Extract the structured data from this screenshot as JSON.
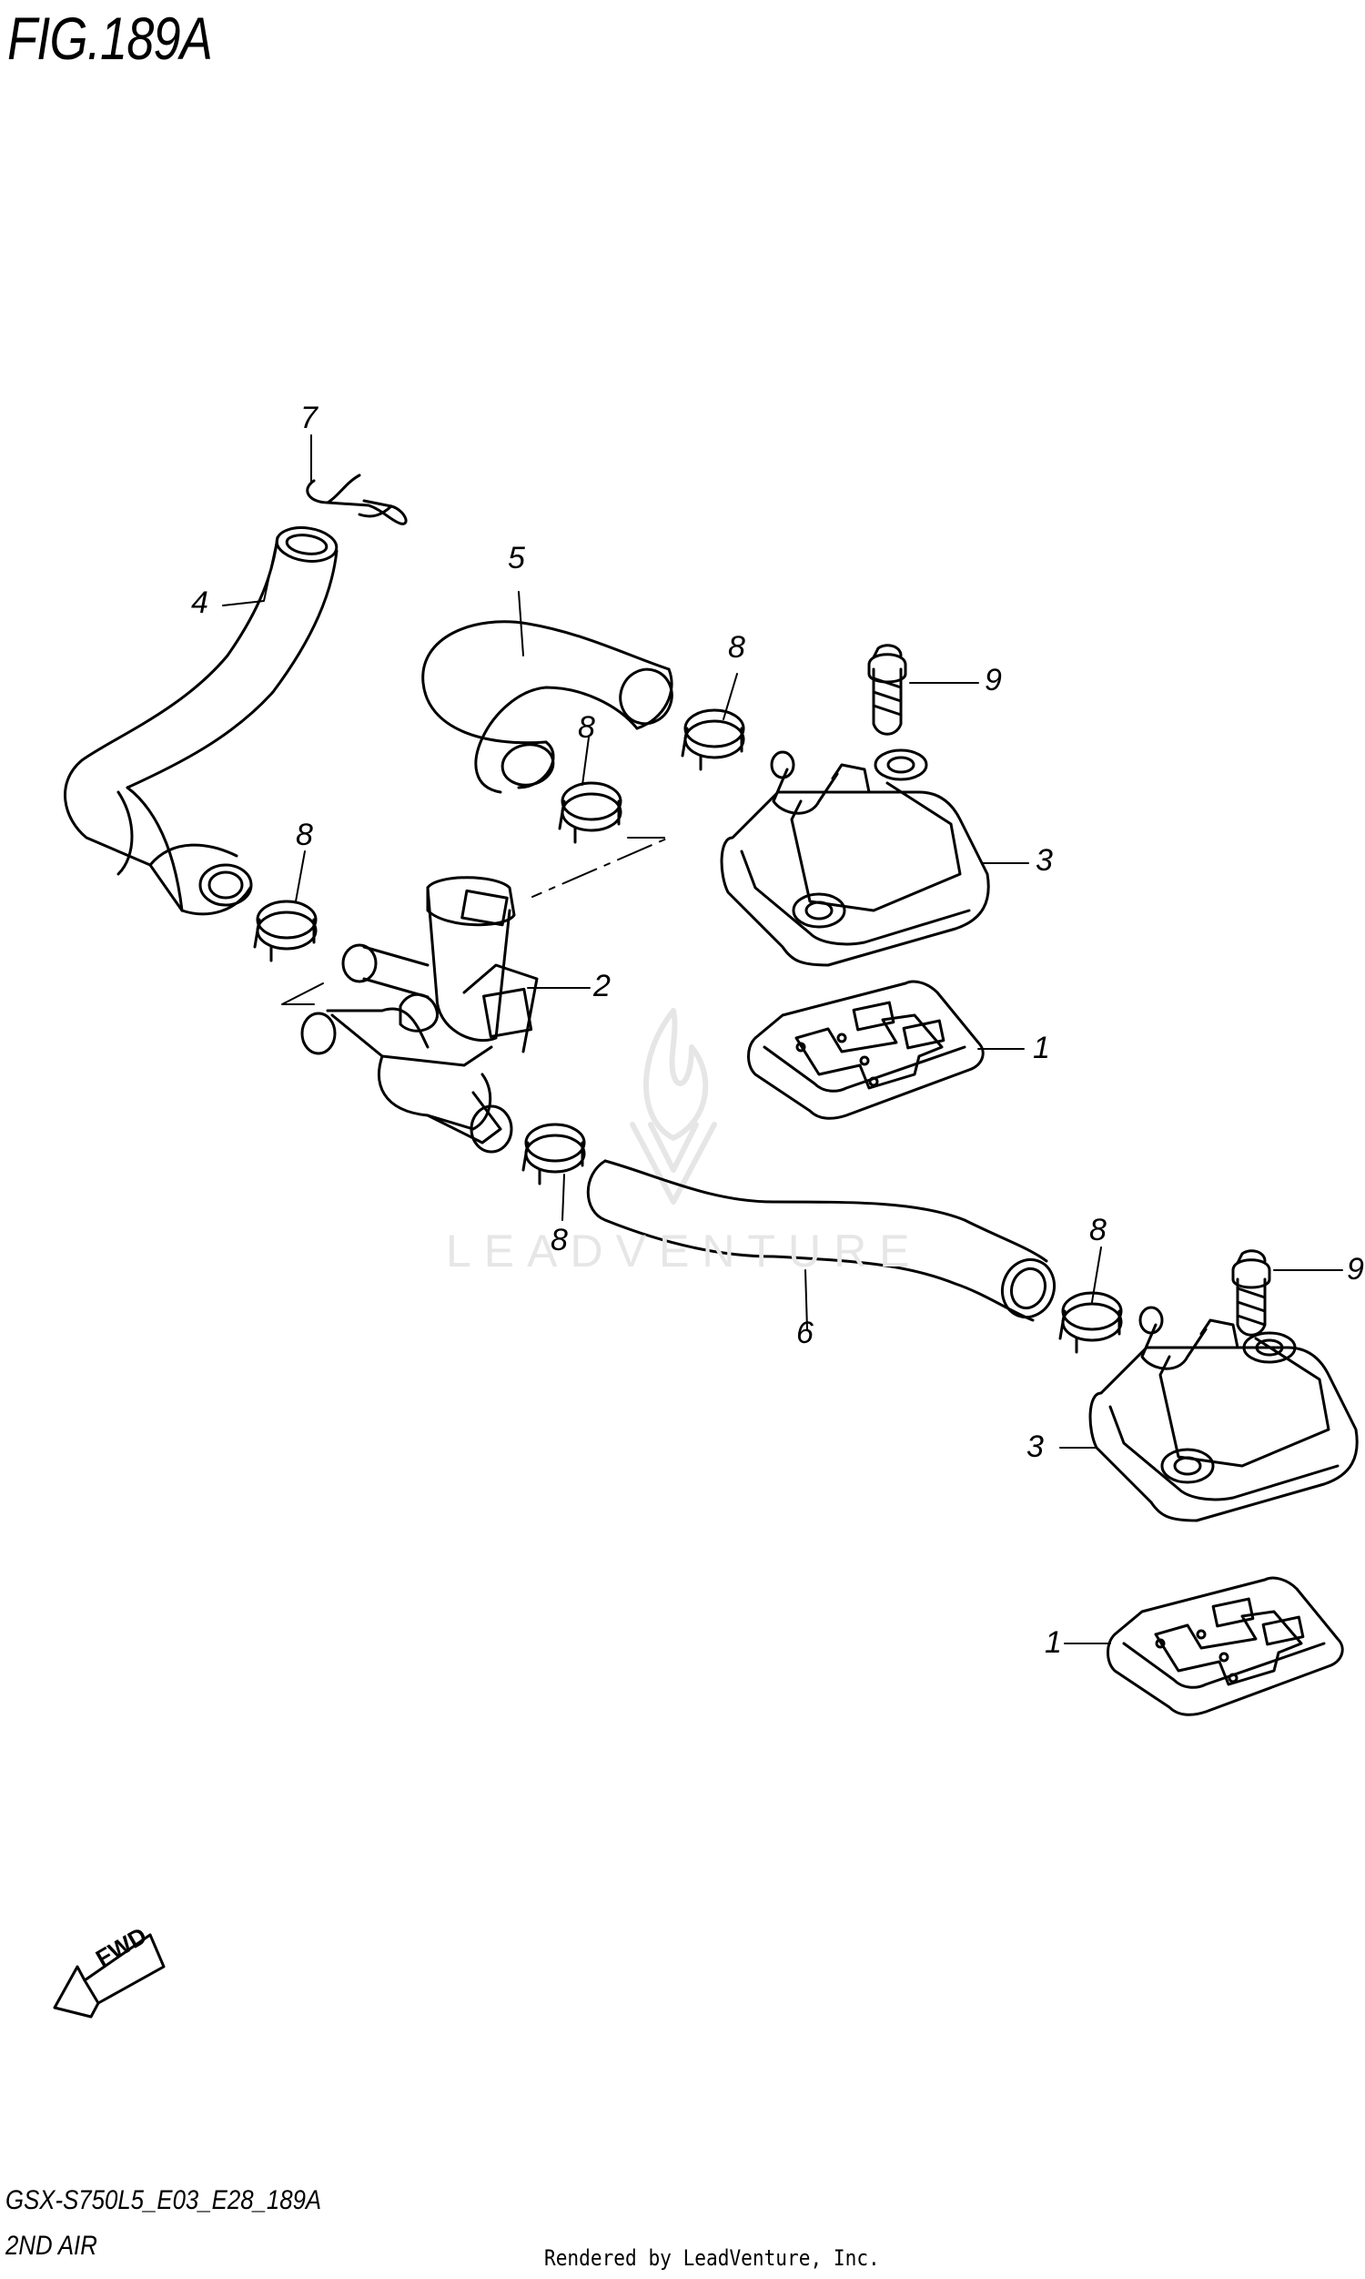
{
  "figure_title": "FIG.189A",
  "diagram_code": "GSX-S750L5_E03_E28_189A",
  "group_name": "2ND AIR",
  "credit": "Rendered by LeadVenture, Inc.",
  "watermark": "LEADVENTURE",
  "fwd_label": "FWD",
  "callouts": [
    "7",
    "4",
    "5",
    "8",
    "9",
    "8",
    "3",
    "8",
    "2",
    "1",
    "8",
    "8",
    "6",
    "9",
    "3",
    "1"
  ],
  "line_color": "#000000",
  "watermark_color": "#e6e6e6"
}
